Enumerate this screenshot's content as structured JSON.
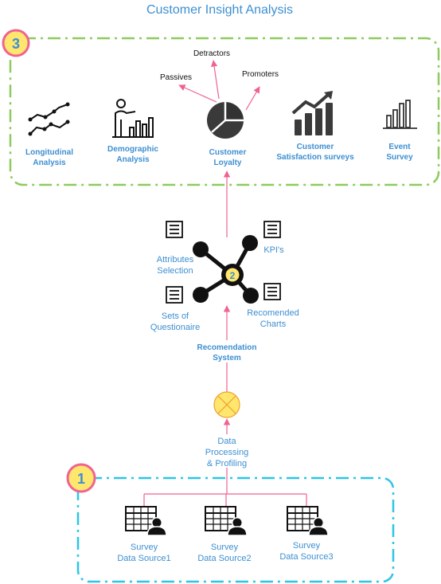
{
  "title": "Customer Insight Analysis",
  "colors": {
    "title": "#3d8fd1",
    "label": "#3d8fd1",
    "arrow": "#f06292",
    "green_border": "#8ecb5e",
    "cyan_border": "#2ec4e6",
    "badge_fill": "#ffe66d",
    "badge_stroke": "#f06292",
    "merge_fill": "#ffe66d",
    "merge_stroke": "#f0a030",
    "icon": "#111111"
  },
  "badges": {
    "one": "1",
    "two": "2",
    "three": "3"
  },
  "analysis": {
    "longitudinal": {
      "line1": "Longitudinal",
      "line2": "Analysis",
      "icon": "line-trend-icon"
    },
    "demographic": {
      "line1": "Demographic",
      "line2": "Analysis",
      "icon": "presenter-bar-chart-icon"
    },
    "loyalty": {
      "line1": "Customer",
      "line2": "Loyalty",
      "icon": "pie-chart-icon"
    },
    "satisfaction": {
      "line1": "Customer",
      "line2": "Satisfaction surveys",
      "icon": "rising-bar-chart-icon"
    },
    "event": {
      "line1": "Event",
      "line2": "Survey",
      "icon": "bar-chart-outline-icon"
    }
  },
  "loyalty_segments": {
    "detractors": "Detractors",
    "passives": "Passives",
    "promoters": "Promoters"
  },
  "recommendation": {
    "attributes": {
      "line1": "Attributes",
      "line2": "Selection"
    },
    "kpis": {
      "line1": "KPI's"
    },
    "questionnaire": {
      "line1": "Sets of",
      "line2": "Questionaire"
    },
    "charts": {
      "line1": "Recomended",
      "line2": "Charts"
    },
    "system": {
      "line1": "Recomendation",
      "line2": "System"
    },
    "hub_icon": "network-hub-icon",
    "doc_icon": "document-list-icon"
  },
  "processing": {
    "line1": "Data",
    "line2": "Processing",
    "line3": "& Profiling",
    "icon": "merge-icon"
  },
  "sources": [
    {
      "line1": "Survey",
      "line2": "Data Source1",
      "icon": "table-user-icon"
    },
    {
      "line1": "Survey",
      "line2": "Data Source2",
      "icon": "table-user-icon"
    },
    {
      "line1": "Survey",
      "line2": "Data Source3",
      "icon": "table-user-icon"
    }
  ]
}
